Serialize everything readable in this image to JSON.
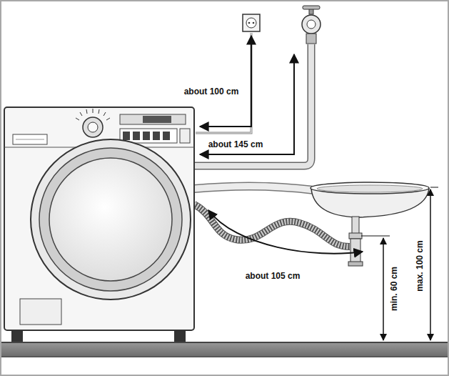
{
  "diagram": {
    "labels": [
      "about 100 cm",
      "about 145 cm",
      "about 105 cm",
      "min. 60 cm",
      "max. 100 cm"
    ]
  }
}
